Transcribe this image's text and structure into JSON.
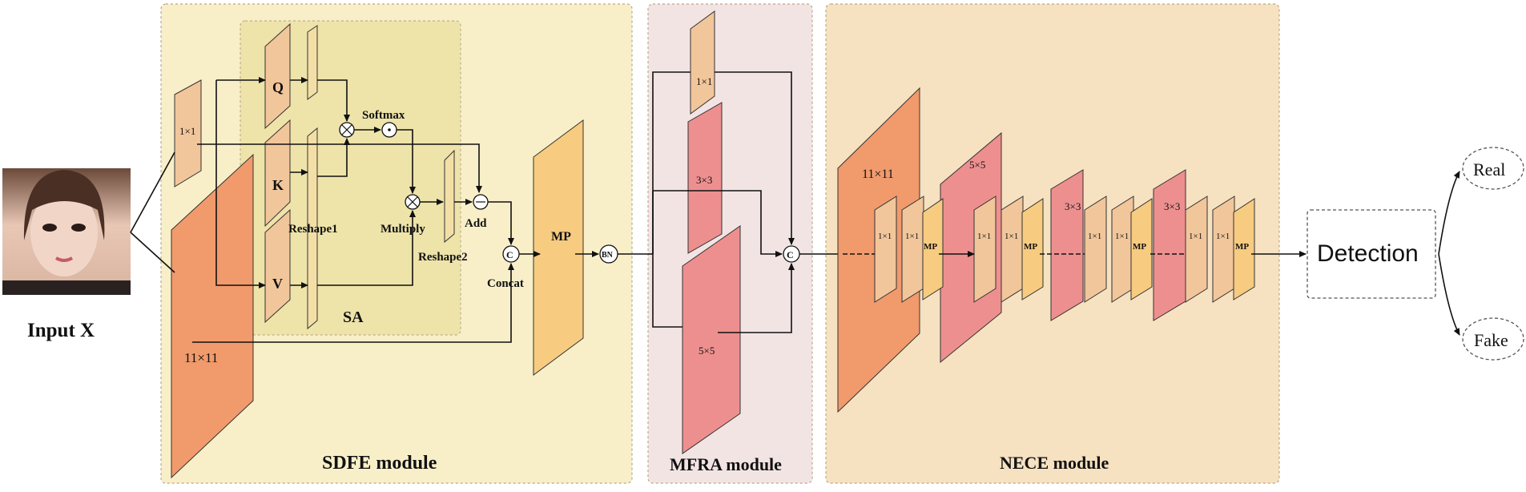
{
  "input": {
    "label": "Input X"
  },
  "modules": {
    "sdfe": {
      "title": "SDFE module"
    },
    "sa": {
      "title": "SA"
    },
    "mfra": {
      "title": "MFRA module"
    },
    "nece": {
      "title": "NECE module"
    }
  },
  "sdfe_labels": {
    "conv1x1": "1×1",
    "conv11x11": "11×11",
    "q": "Q",
    "k": "K",
    "v": "V",
    "softmax": "Softmax",
    "reshape1": "Reshape1",
    "multiply": "Multiply",
    "reshape2": "Reshape2",
    "add": "Add",
    "concat": "Concat",
    "concat_symbol": "C",
    "mp": "MP",
    "bn": "BN"
  },
  "mfra_labels": {
    "conv1x1": "1×1",
    "conv3x3": "3×3",
    "conv5x5": "5×5",
    "concat_symbol": "C"
  },
  "nece_labels": {
    "conv11x11": "11×11",
    "conv5x5": "5×5",
    "conv3x3_a": "3×3",
    "conv3x3_b": "3×3",
    "conv1x1": "1×1",
    "mp": "MP"
  },
  "detection": {
    "label": "Detection"
  },
  "outputs": {
    "real": "Real",
    "fake": "Fake"
  },
  "colors": {
    "sdfe_bg": "#f8efc8",
    "sa_bg": "#ede2a6",
    "mfra_bg": "#f3e4e4",
    "nece_bg": "#f6e1c1",
    "orange": "#f19a6c",
    "peach": "#f2c69b",
    "yellow": "#f7cb80",
    "pink": "#ee8f8f"
  }
}
